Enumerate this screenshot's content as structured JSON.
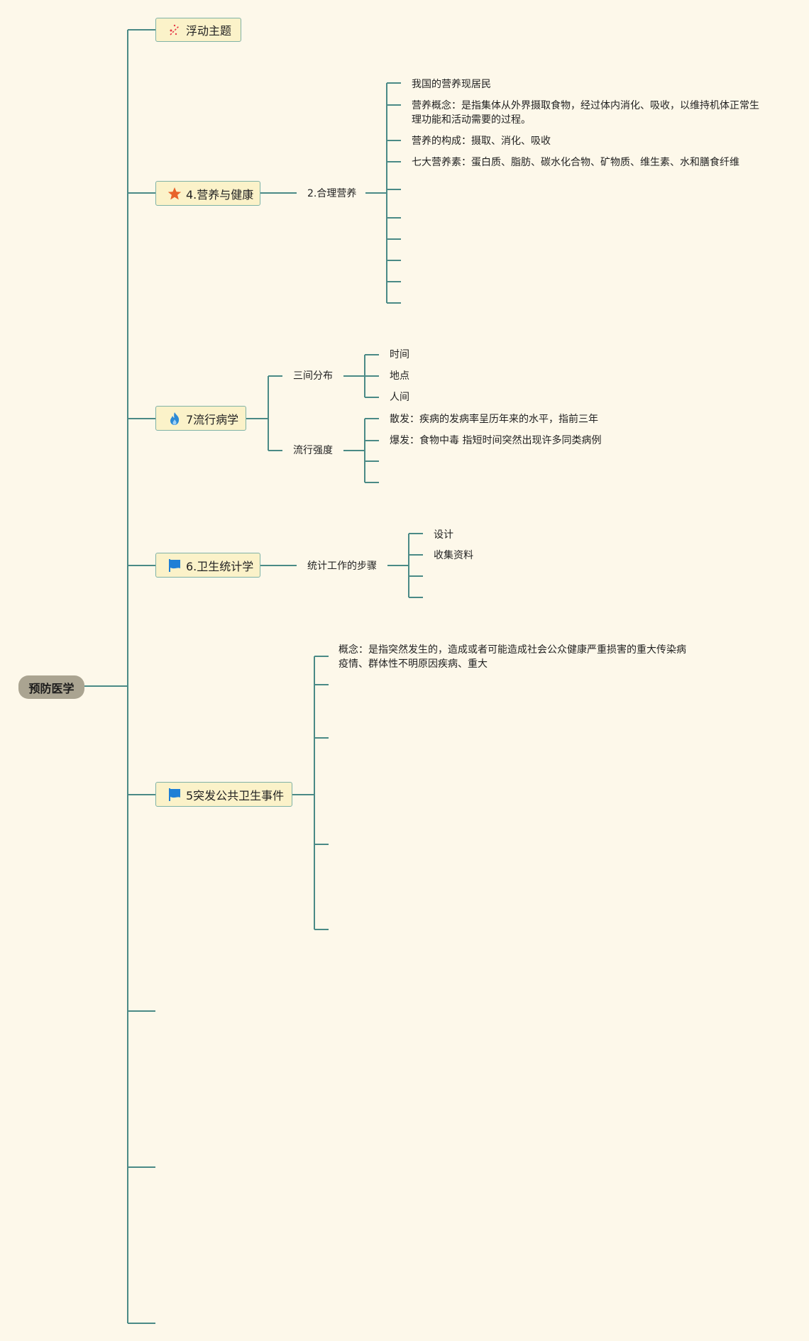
{
  "root": {
    "label": "预防医学"
  },
  "topics": {
    "floating": {
      "label": "浮动主题",
      "icon": "wand-icon"
    },
    "nutrition": {
      "label": "4.营养与健康",
      "icon": "star-icon",
      "sub": {
        "label": "2.合理营养",
        "items": [
          "我国的营养现居民",
          "营养概念：是指集体从外界摄取食物，经过体内消化、吸收，以维持机体正常生理功能和活动需要的过程。",
          "营养的构成：摄取、消化、吸收",
          "七大营养素：蛋白质、脂肪、碳水化合物、矿物质、维生素、水和膳食纤维"
        ]
      }
    },
    "epidemiology": {
      "label": "7流行病学",
      "icon": "flame-icon",
      "distribution": {
        "label": "三间分布",
        "items": [
          "时间",
          "地点",
          "人间"
        ]
      },
      "intensity": {
        "label": "流行强度",
        "items": [
          "散发：疾病的发病率呈历年来的水平，指前三年",
          "爆发：食物中毒 指短时间突然出现许多同类病例"
        ]
      }
    },
    "statistics": {
      "label": "6.卫生统计学",
      "icon": "flag-icon",
      "sub": {
        "label": "统计工作的步骤",
        "items": [
          "设计",
          "收集资料"
        ]
      }
    },
    "emergency": {
      "label": "5突发公共卫生事件",
      "icon": "flag-icon",
      "items": [
        "概念：是指突然发生的，造成或者可能造成社会公众健康严重损害的重大传染病疫情、群体性不明原因疾病、重大"
      ]
    }
  },
  "colors": {
    "line": "#4a8a86",
    "node_bg": "#fbf2c9",
    "node_border": "#7fb2a6",
    "root_bg": "#aaa491",
    "background": "#fdf8ea"
  }
}
